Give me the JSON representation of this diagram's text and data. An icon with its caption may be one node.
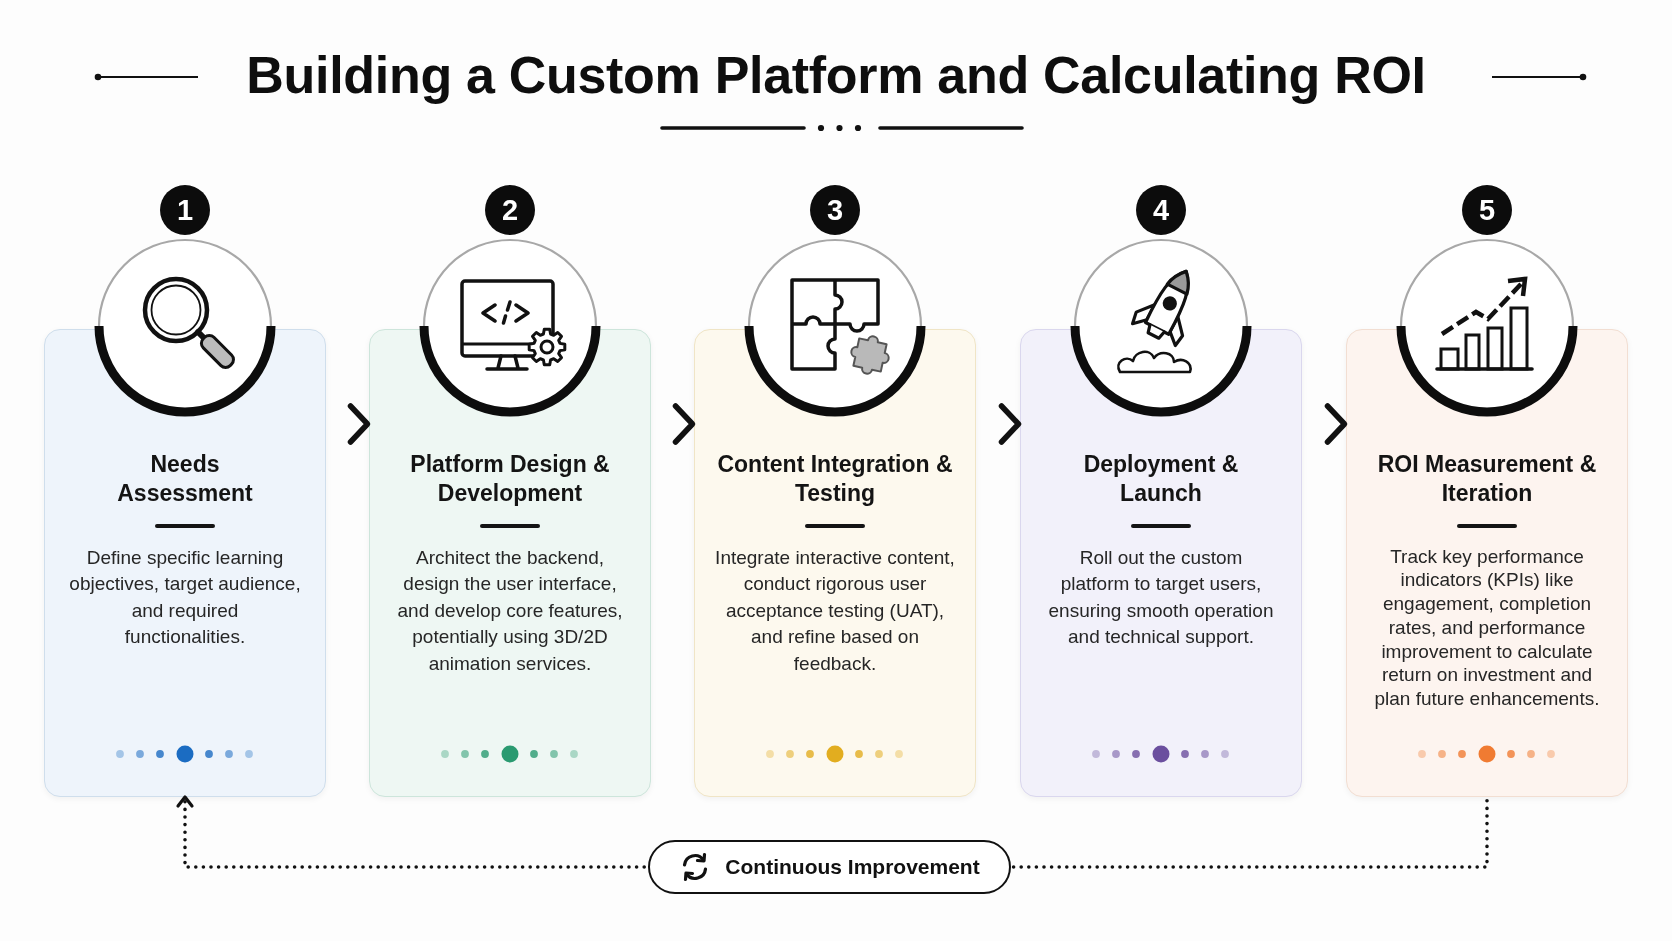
{
  "diagram": {
    "title": "Building a Custom Platform and Calculating ROI",
    "nodes": [
      {
        "text": [
          "1"
        ]
      },
      {
        "text": [
          "Needs Assessment",
          "Define specific learning objectives, target audience, and required functionalities."
        ]
      },
      {
        "text": [
          "2"
        ]
      },
      {
        "text": [
          "Platform Design & Development",
          "Architect the backend, design the user interface, and develop core features, potentially using 3D/2D animation services."
        ]
      },
      {
        "text": [
          "3"
        ]
      },
      {
        "text": [
          "Content Integration & Testing",
          "Integrate interactive content, conduct rigorous user acceptance testing (UAT), and refine based on feedback."
        ]
      },
      {
        "text": [
          "4"
        ]
      },
      {
        "text": [
          "Deployment & Launch",
          "Roll out the custom platform to target users, ensuring smooth operation and technical support."
        ]
      },
      {
        "text": [
          "5"
        ]
      },
      {
        "text": [
          "ROI Measurement & Iteration",
          "Track key performance indicators (KPIs) like engagement, completion rates, and performance improvement to calculate return on investment and plan future enhancements."
        ]
      },
      {
        "text": [
          "Continuous Improvement"
        ]
      }
    ],
    "edges": [
      {
        "from": 1,
        "to": 3,
        "arrow": "to"
      },
      {
        "from": 3,
        "to": 5,
        "arrow": "to"
      },
      {
        "from": 5,
        "to": 7,
        "arrow": "to"
      },
      {
        "from": 7,
        "to": 9,
        "arrow": "to"
      },
      {
        "from": 9,
        "to": 10,
        "arrow": "none",
        "style": "dashed"
      },
      {
        "from": 10,
        "to": 1,
        "arrow": "to",
        "style": "dashed"
      }
    ]
  }
}
